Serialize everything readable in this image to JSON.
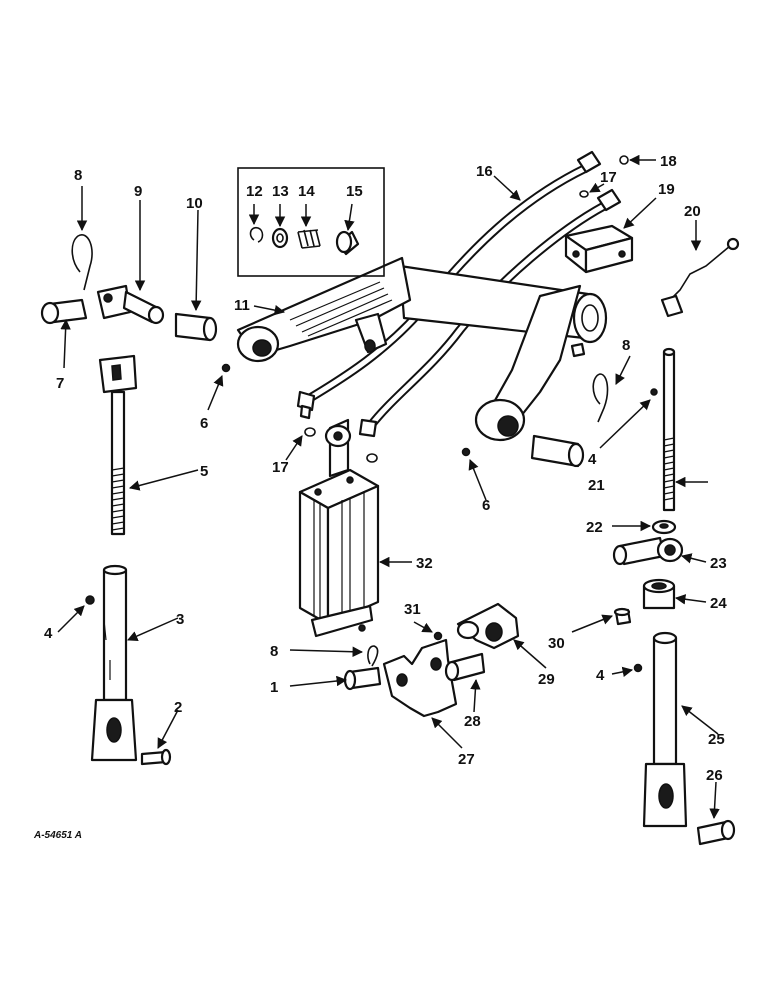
{
  "drawing_ref": "A-54651 A",
  "callouts": {
    "c1": "1",
    "c2": "2",
    "c3": "3",
    "c4a": "4",
    "c4b": "4",
    "c4c": "4",
    "c5": "5",
    "c6a": "6",
    "c6b": "6",
    "c7": "7",
    "c8a": "8",
    "c8b": "8",
    "c8c": "8",
    "c9": "9",
    "c10": "10",
    "c11": "11",
    "c12": "12",
    "c13": "13",
    "c14": "14",
    "c15": "15",
    "c16": "16",
    "c17a": "17",
    "c17b": "17",
    "c18": "18",
    "c19": "19",
    "c20": "20",
    "c21": "21",
    "c22": "22",
    "c23": "23",
    "c24": "24",
    "c25": "25",
    "c26": "26",
    "c27": "27",
    "c28": "28",
    "c29": "29",
    "c30": "30",
    "c31": "31",
    "c32": "32"
  }
}
